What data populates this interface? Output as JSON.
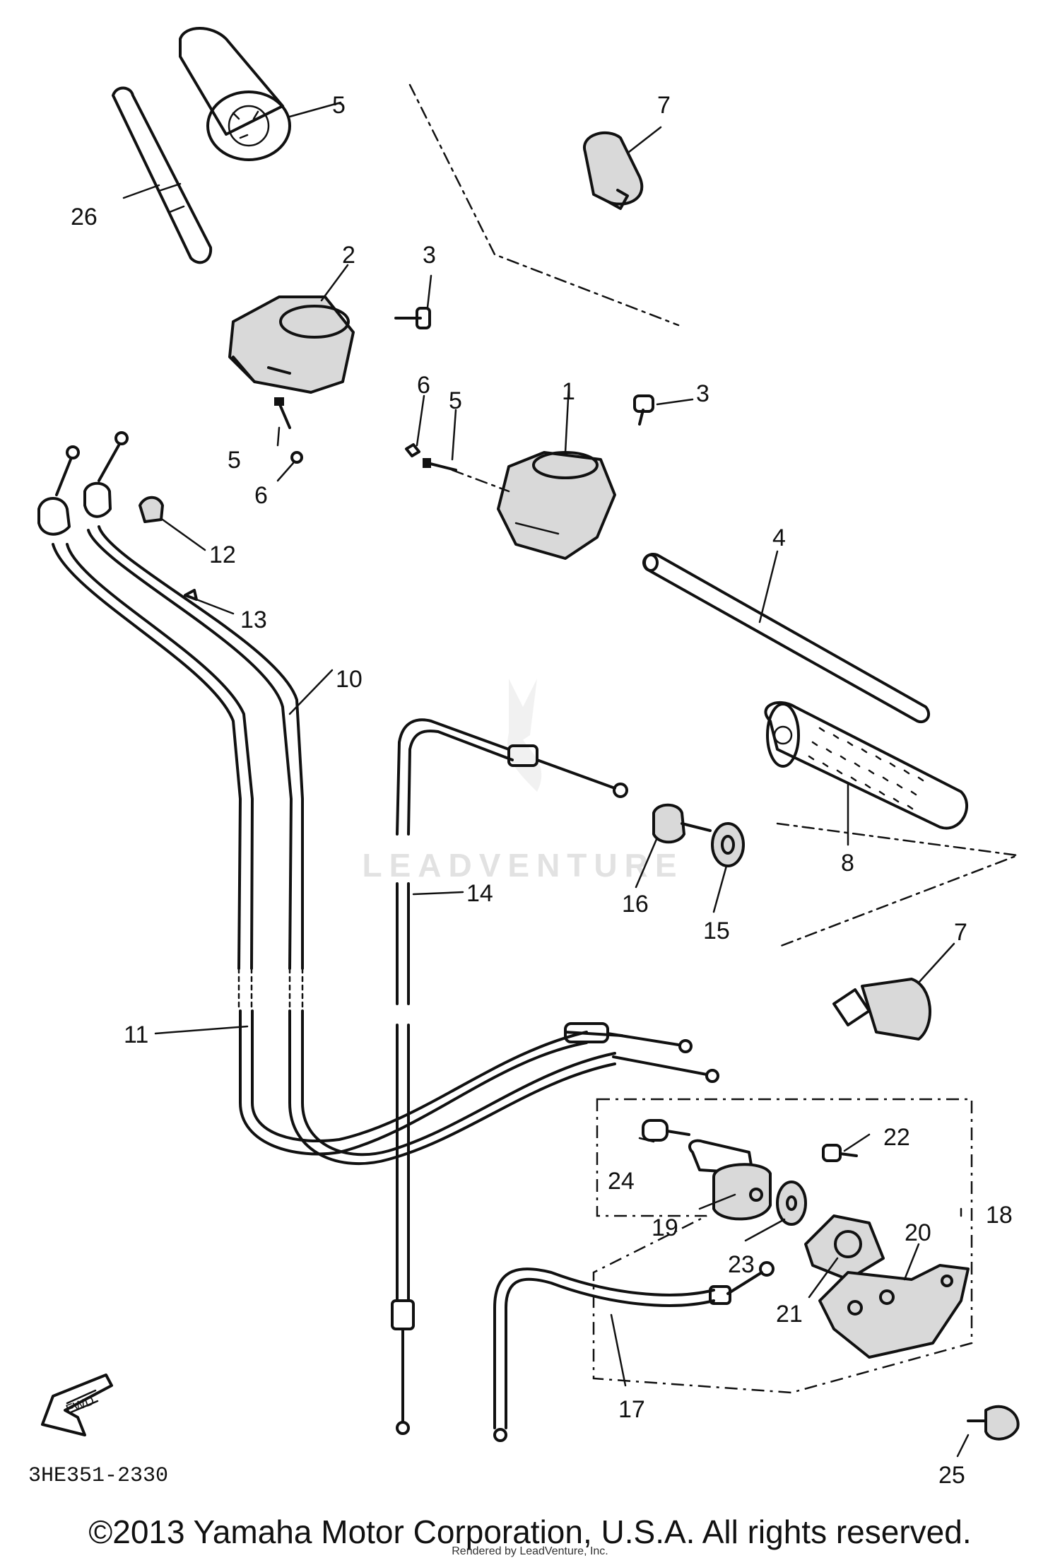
{
  "diagram": {
    "labels": {
      "l1": "1",
      "l2": "2",
      "l3a": "3",
      "l3b": "3",
      "l4": "4",
      "l5a": "5",
      "l5b": "5",
      "l5c": "5",
      "l6a": "6",
      "l6b": "6",
      "l7a": "7",
      "l7b": "7",
      "l8": "8",
      "l10": "10",
      "l11": "11",
      "l12": "12",
      "l13": "13",
      "l14": "14",
      "l15": "15",
      "l16": "16",
      "l17": "17",
      "l18": "18",
      "l19": "19",
      "l20": "20",
      "l21": "21",
      "l22": "22",
      "l23": "23",
      "l24": "24",
      "l25": "25",
      "l26": "26"
    },
    "drawing_code": "3HE351-2330",
    "front_marker": "FWD",
    "watermark": "LEADVENTURE"
  },
  "footer": {
    "copyright": "©2013 Yamaha Motor Corporation, U.S.A. All rights reserved.",
    "rendered_by": "Rendered by LeadVenture, Inc."
  }
}
